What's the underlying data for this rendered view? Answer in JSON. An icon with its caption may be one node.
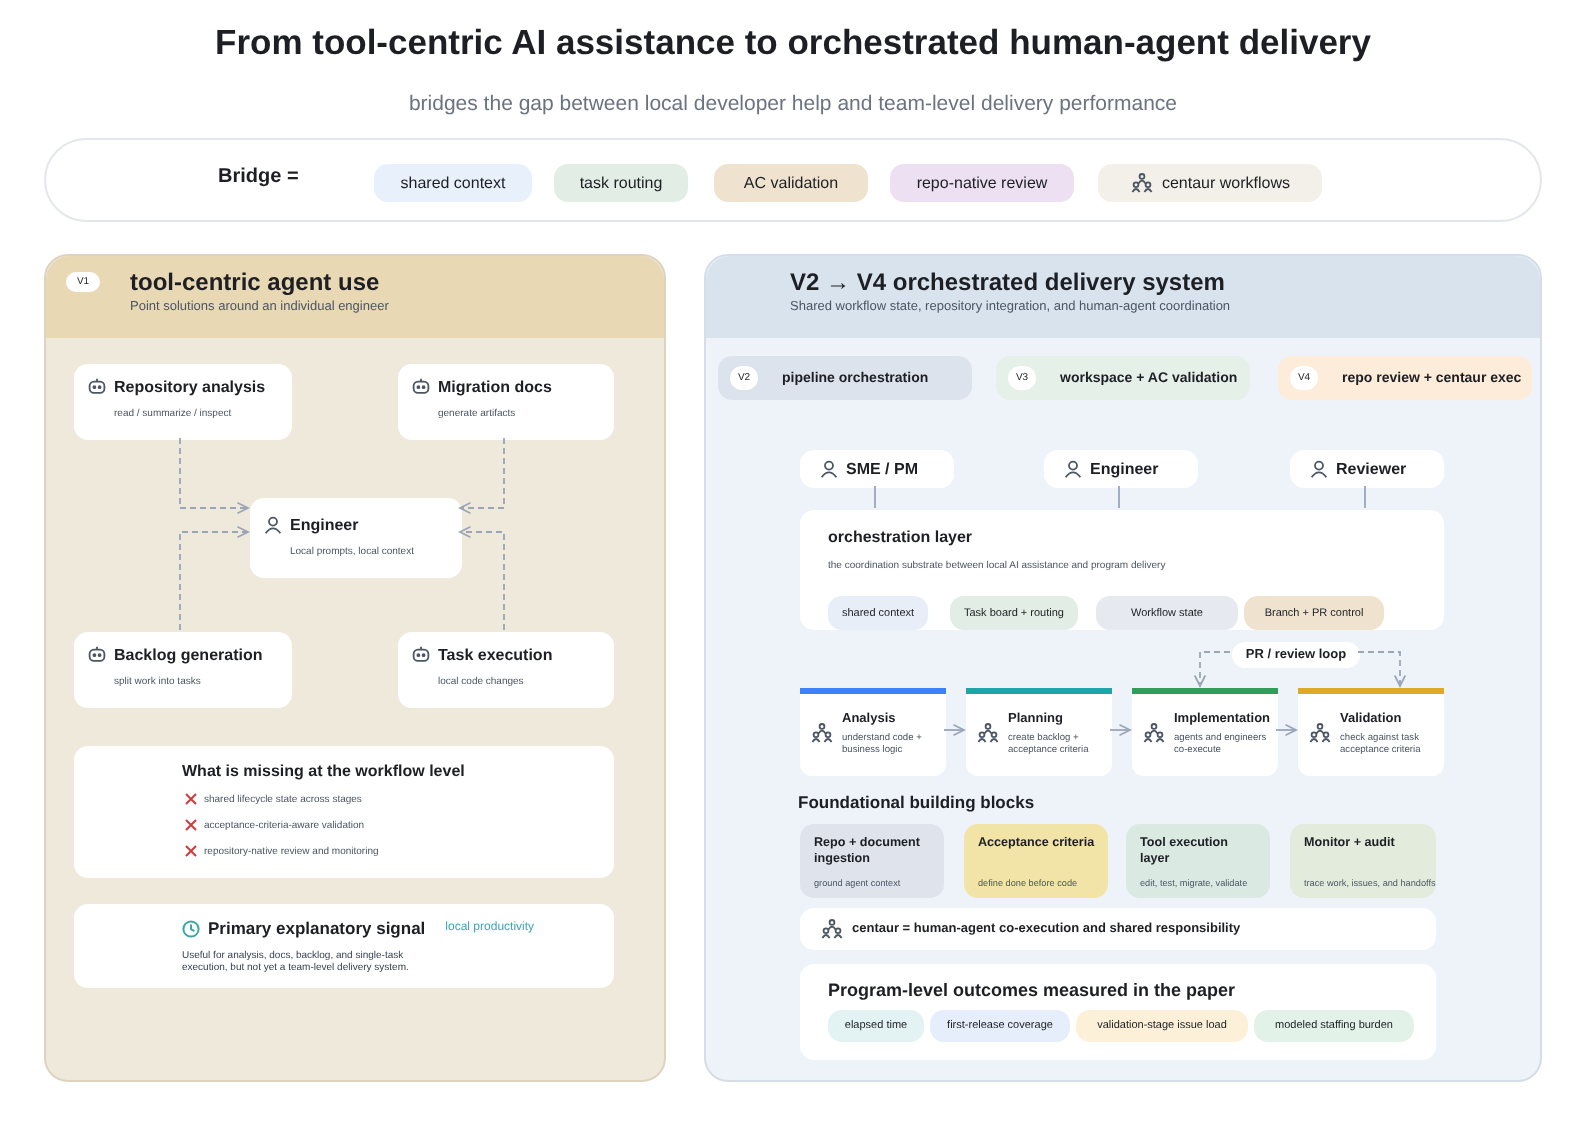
{
  "diagram": {
    "title": "From tool-centric AI assistance to orchestrated human-agent delivery",
    "nodes": [
      {
        "text": [
          "Bridge ="
        ]
      },
      {
        "text": [
          "shared context"
        ],
        "in": 0
      },
      {
        "text": [
          "task routing"
        ],
        "in": 0
      },
      {
        "text": [
          "AC validation"
        ],
        "in": 0
      },
      {
        "text": [
          "repo-native review"
        ],
        "in": 0
      },
      {
        "text": [
          "centaur workflows"
        ],
        "in": 0
      },
      {
        "text": [
          "V1",
          "tool-centric agent use",
          "Point solutions around an individual engineer"
        ]
      },
      {
        "text": [
          "Repository analysis",
          "read / summarize / inspect"
        ],
        "in": 6
      },
      {
        "text": [
          "Migration docs",
          "generate artifacts"
        ],
        "in": 6
      },
      {
        "text": [
          "Engineer",
          "Local prompts, local context"
        ],
        "in": 6
      },
      {
        "text": [
          "Backlog generation",
          "split work into tasks"
        ],
        "in": 6
      },
      {
        "text": [
          "Task execution",
          "local code changes"
        ],
        "in": 6
      },
      {
        "text": [
          "What is missing at the workflow level",
          "shared lifecycle state across stages",
          "acceptance-criteria-aware validation",
          "repository-native review and monitoring"
        ],
        "in": 6
      },
      {
        "text": [
          "Primary explanatory signal",
          "local productivity",
          "Useful for analysis, docs, backlog, and single-task execution, but not yet a team-level delivery system."
        ],
        "in": 6
      },
      {
        "text": [
          "V2 → V4 orchestrated delivery system",
          "Shared workflow state, repository integration, and human-agent coordination"
        ]
      },
      {
        "text": [
          "V2",
          "pipeline orchestration"
        ],
        "in": 14
      },
      {
        "text": [
          "V3",
          "workspace + AC validation"
        ],
        "in": 14
      },
      {
        "text": [
          "V4",
          "repo review + centaur exec"
        ],
        "in": 14
      },
      {
        "text": [
          "SME / PM"
        ],
        "in": 14
      },
      {
        "text": [
          "Engineer"
        ],
        "in": 14
      },
      {
        "text": [
          "Reviewer"
        ],
        "in": 14
      },
      {
        "text": [
          "orchestration layer",
          "the coordination substrate between local AI assistance and program delivery"
        ],
        "in": 14
      },
      {
        "text": [
          "shared context"
        ],
        "in": 21
      },
      {
        "text": [
          "Task board + routing"
        ],
        "in": 21
      },
      {
        "text": [
          "Workflow state"
        ],
        "in": 21
      },
      {
        "text": [
          "Branch + PR control"
        ],
        "in": 21
      },
      {
        "text": [
          "PR / review loop"
        ],
        "in": 14
      },
      {
        "text": [
          "Analysis",
          "understand code + business logic"
        ],
        "in": 14
      },
      {
        "text": [
          "Planning",
          "create backlog + acceptance criteria"
        ],
        "in": 14
      },
      {
        "text": [
          "Implementation",
          "agents and engineers co-execute"
        ],
        "in": 14
      },
      {
        "text": [
          "Validation",
          "check against task acceptance criteria"
        ],
        "in": 14
      },
      {
        "text": [
          "Repo + document ingestion",
          "ground agent context"
        ],
        "in": 14
      },
      {
        "text": [
          "Acceptance criteria",
          "define done before code"
        ],
        "in": 14
      },
      {
        "text": [
          "Tool execution layer",
          "edit, test, migrate, validate"
        ],
        "in": 14
      },
      {
        "text": [
          "Monitor + audit",
          "trace work, issues, and handoffs"
        ],
        "in": 14
      },
      {
        "text": [
          "centaur = human-agent co-execution and shared responsibility"
        ],
        "in": 14
      },
      {
        "text": [
          "Program-level outcomes measured in the paper"
        ],
        "in": 14
      },
      {
        "text": [
          "elapsed time"
        ],
        "in": 36
      },
      {
        "text": [
          "first-release coverage"
        ],
        "in": 36
      },
      {
        "text": [
          "validation-stage issue load"
        ],
        "in": 36
      },
      {
        "text": [
          "modeled staffing burden"
        ],
        "in": 36
      }
    ],
    "edges": [
      {
        "from": 7,
        "to": 9,
        "arrow": "to",
        "style": "dashed"
      },
      {
        "from": 8,
        "to": 9,
        "arrow": "to",
        "style": "dashed"
      },
      {
        "from": 10,
        "to": 9,
        "arrow": "to",
        "style": "dashed"
      },
      {
        "from": 11,
        "to": 9,
        "arrow": "to",
        "style": "dashed"
      },
      {
        "from": 18,
        "to": 21,
        "arrow": "none"
      },
      {
        "from": 19,
        "to": 21,
        "arrow": "none"
      },
      {
        "from": 20,
        "to": 21,
        "arrow": "none"
      },
      {
        "from": 27,
        "to": 28,
        "arrow": "to"
      },
      {
        "from": 28,
        "to": 29,
        "arrow": "to"
      },
      {
        "from": 29,
        "to": 30,
        "arrow": "to"
      },
      {
        "from": 26,
        "to": 29,
        "arrow": "to",
        "style": "dashed"
      },
      {
        "from": 26,
        "to": 30,
        "arrow": "to",
        "style": "dashed"
      }
    ],
    "labels": [
      "bridges the gap between local developer help and team-level delivery performance",
      "Foundational building blocks"
    ]
  }
}
